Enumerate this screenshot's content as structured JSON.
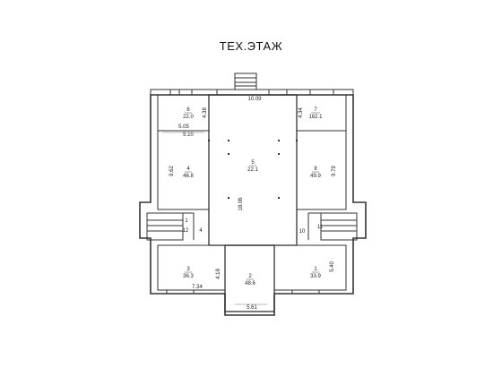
{
  "title": "ТЕХ.ЭТАЖ",
  "rooms": [
    {
      "id": "r6",
      "number": "6",
      "area": "22.0"
    },
    {
      "id": "r7",
      "number": "7",
      "area": "162.1"
    },
    {
      "id": "r5",
      "number": "5",
      "area": "22.1"
    },
    {
      "id": "r4",
      "number": "4",
      "area": "46.8"
    },
    {
      "id": "r8",
      "number": "8",
      "area": "49.9"
    },
    {
      "id": "r3",
      "number": "3",
      "area": "36.3"
    },
    {
      "id": "r2",
      "number": "2",
      "area": "48.6"
    },
    {
      "id": "r1",
      "number": "1",
      "area": "33.9"
    }
  ],
  "small_labels": {
    "l1": "1",
    "l12": "12",
    "l4": "4",
    "l11": "11",
    "l10": "10"
  },
  "dimensions": {
    "d1009": "10.09",
    "d438": "4.38",
    "d434": "4.34",
    "d505": "5.05",
    "d510": "5.10",
    "d962": "9.62",
    "d979": "9.79",
    "d1806": "18.06",
    "d418": "4.18",
    "d734": "7.34",
    "d540": "5.40",
    "d561": "5.61"
  }
}
